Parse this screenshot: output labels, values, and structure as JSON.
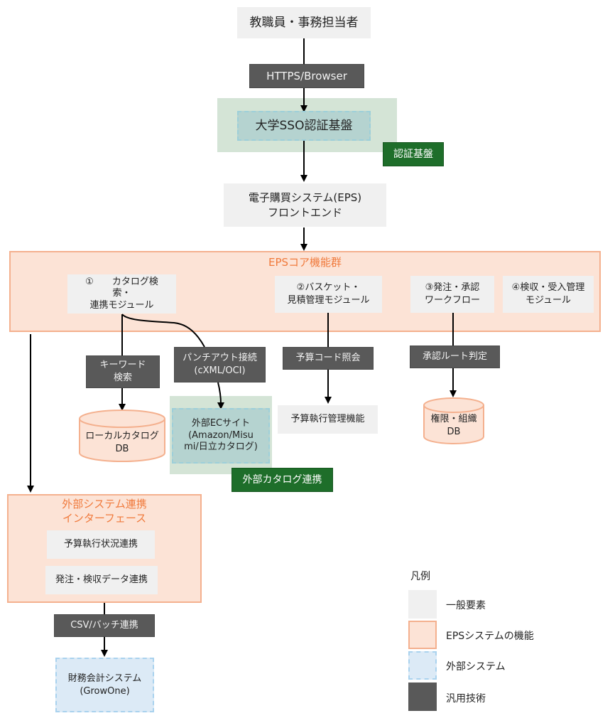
{
  "nodes": {
    "users": "教職員・事務担当者",
    "https": "HTTPS/Browser",
    "sso": "大学SSO認証基盤",
    "sso_tag": "認証基盤",
    "frontend": "電子購買システム(EPS)\nフロントエンド",
    "core_group_title": "EPSコア機能群",
    "module1": "①　　カタログ検\n索・\n連携モジュール",
    "module2": "②バスケット・\n見積管理モジュール",
    "module3": "③発注・承認\nワークフロー",
    "module4": "④検収・受入管理\nモジュール",
    "keyword_search": "キーワード\n検索",
    "punchout": "パンチアウト接続\n(cXML/OCI)",
    "budget_code": "予算コード照会",
    "approval_route": "承認ルート判定",
    "local_catalog_db": "ローカルカタログ\nDB",
    "external_ec": "外部ECサイト\n(Amazon/Misu\nmi/日立カタログ)",
    "external_catalog_tag": "外部カタログ連携",
    "budget_exec": "予算執行管理機能",
    "auth_org_db": "権限・組織\nDB",
    "ext_if_title": "外部システム連携\nインターフェース",
    "budget_status_link": "予算執行状況連携",
    "order_inspection_link": "発注・検収データ連携",
    "csv_batch": "CSV/バッチ連携",
    "accounting": "財務会計システム\n(GrowOne)"
  },
  "legend": {
    "title": "凡例",
    "items": [
      {
        "label": "一般要素",
        "kind": "general"
      },
      {
        "label": "EPSシステムの機能",
        "kind": "eps"
      },
      {
        "label": "外部システム",
        "kind": "external"
      },
      {
        "label": "汎用技術",
        "kind": "tech"
      }
    ]
  },
  "colors": {
    "general": "#f0f0f0",
    "eps_fill": "#fce3d6",
    "eps_border": "#f4b08e",
    "external_fill": "#dceaf6",
    "tech": "#595959",
    "tag_green": "#1e6e2a",
    "group_green": "#d4e4d6",
    "title_orange": "#f07a3c"
  }
}
